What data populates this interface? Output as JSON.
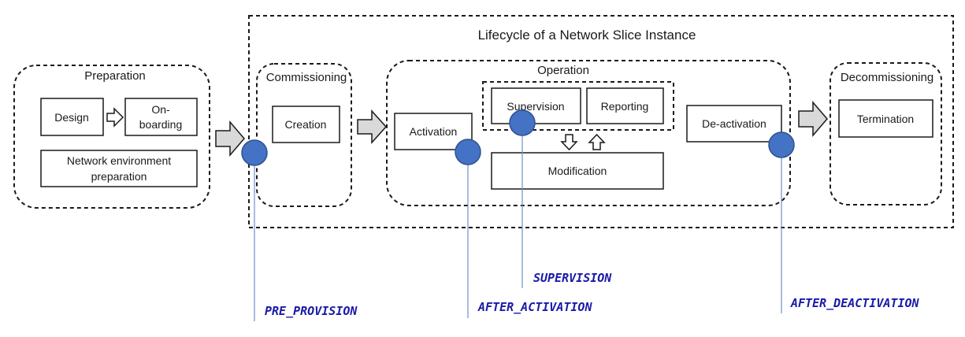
{
  "diagram": {
    "lifecycle_title": "Lifecycle of a Network Slice Instance",
    "phases": {
      "preparation": "Preparation",
      "commissioning": "Commissioning",
      "operation": "Operation",
      "decommissioning": "Decommissioning"
    },
    "boxes": {
      "design": "Design",
      "onboarding_line1": "On-",
      "onboarding_line2": "boarding",
      "network_env_line1": "Network environment",
      "network_env_line2": "preparation",
      "creation": "Creation",
      "activation": "Activation",
      "supervision": "Supervision",
      "reporting": "Reporting",
      "modification": "Modification",
      "deactivation": "De-activation",
      "termination": "Termination"
    },
    "hooks": {
      "pre_provision": "PRE_PROVISION",
      "after_activation": "AFTER_ACTIVATION",
      "supervision": "SUPERVISION",
      "after_deactivation": "AFTER_DEACTIVATION"
    },
    "colors": {
      "marker_fill": "#4472c4",
      "marker_stroke": "#2f528f",
      "hook_line": "#6f8fcf",
      "hook_text": "#1a1aa8",
      "arrow_fill": "#d9d9d9",
      "border": "#1a1a1a"
    }
  }
}
